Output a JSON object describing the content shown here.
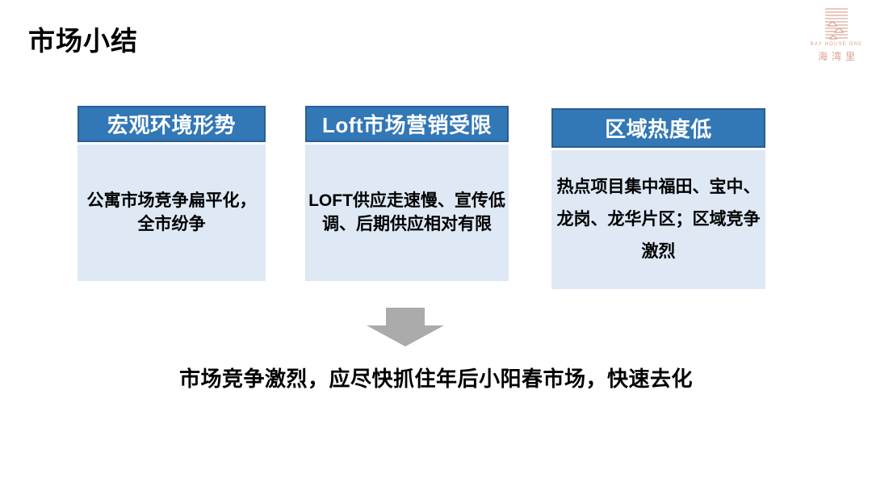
{
  "title": "市场小结",
  "logo": {
    "en": "BAY HOUSE ONE",
    "cn": "海湾里",
    "color": "#d9a18f"
  },
  "colors": {
    "header_blue": "#3277b6",
    "header_border": "#2a5f93",
    "body_light_blue": "#dee9f5",
    "arrow_gray": "#ababab"
  },
  "cards": [
    {
      "header": "宏观环境形势",
      "body": "公寓市场竞争扁平化，全市纷争"
    },
    {
      "header": "Loft市场营销受限",
      "body": "LOFT供应走速慢、宣传低调、后期供应相对有限"
    },
    {
      "header": "区域热度低",
      "body": "热点项目集中福田、宝中、龙岗、龙华片区；区域竞争激烈"
    }
  ],
  "conclusion": "市场竞争激烈，应尽快抓住年后小阳春市场，快速去化"
}
